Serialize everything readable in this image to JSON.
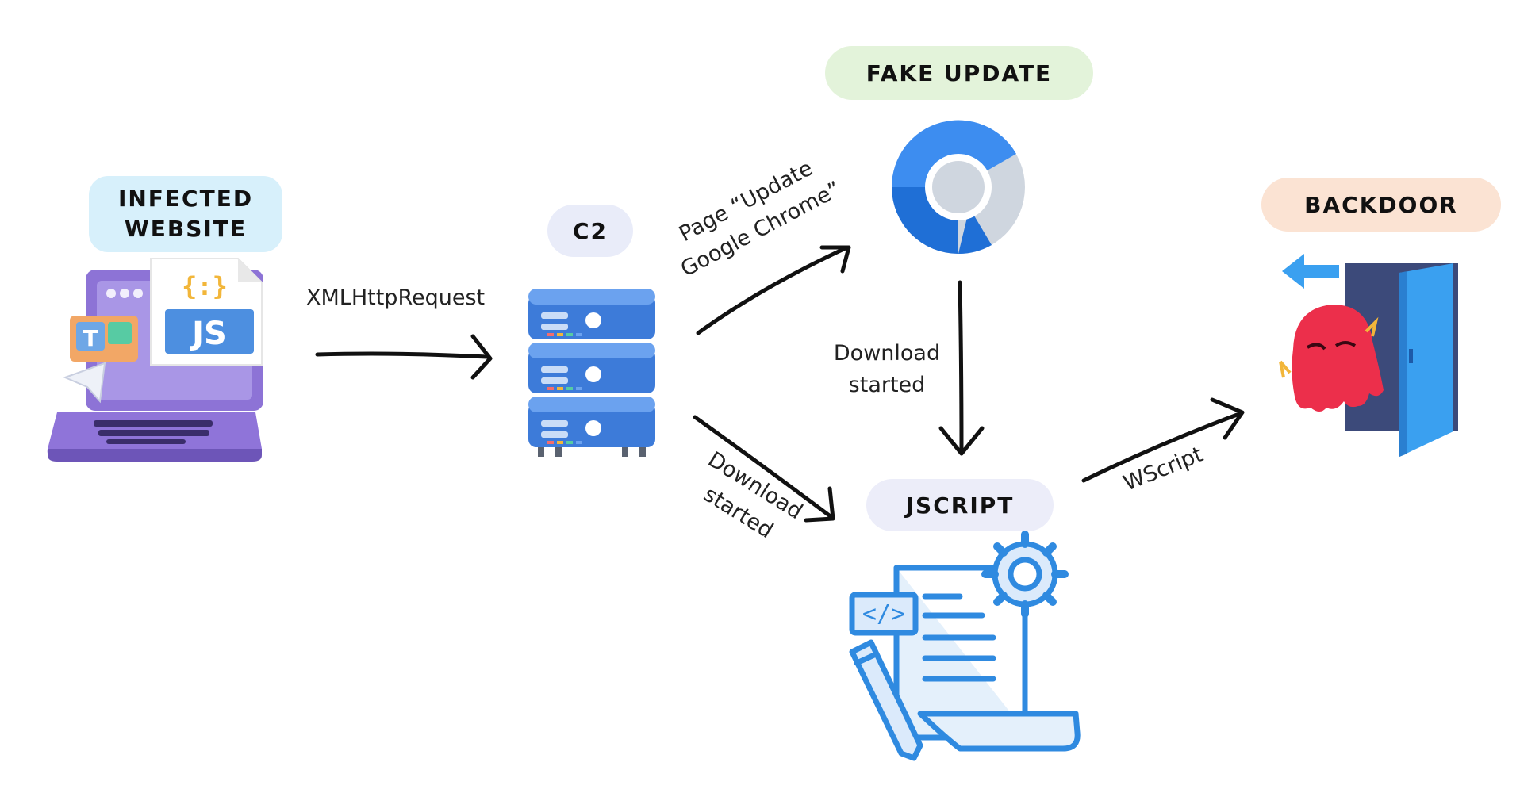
{
  "nodes": {
    "infected": {
      "line1": "INFECTED",
      "line2": "WEBSITE",
      "color": "#d7f0fb",
      "js_label": "JS",
      "brace_label": "{:}",
      "t_label": "T"
    },
    "c2": {
      "label": "C2",
      "color": "#e9ecf9"
    },
    "fake_update": {
      "label": "FAKE UPDATE",
      "color": "#e3f3da"
    },
    "jscript": {
      "label": "JSCRIPT",
      "color": "#ecedf9"
    },
    "backdoor": {
      "label": "BACKDOOR",
      "color": "#fbe3d3"
    }
  },
  "edges": {
    "xhr": {
      "label": "XMLHttpRequest"
    },
    "page_update": {
      "line1": "Page “Update",
      "line2": "Google Chrome”"
    },
    "download_c2": {
      "line1": "Download",
      "line2": "started"
    },
    "download_chrome": {
      "line1": "Download",
      "line2": "started"
    },
    "wscript": {
      "label": "WScript"
    }
  },
  "icons": {
    "laptop": "laptop-js-icon",
    "server": "server-rack-icon",
    "chrome": "chrome-icon",
    "script": "script-document-icon",
    "backdoor": "ghost-door-icon"
  }
}
